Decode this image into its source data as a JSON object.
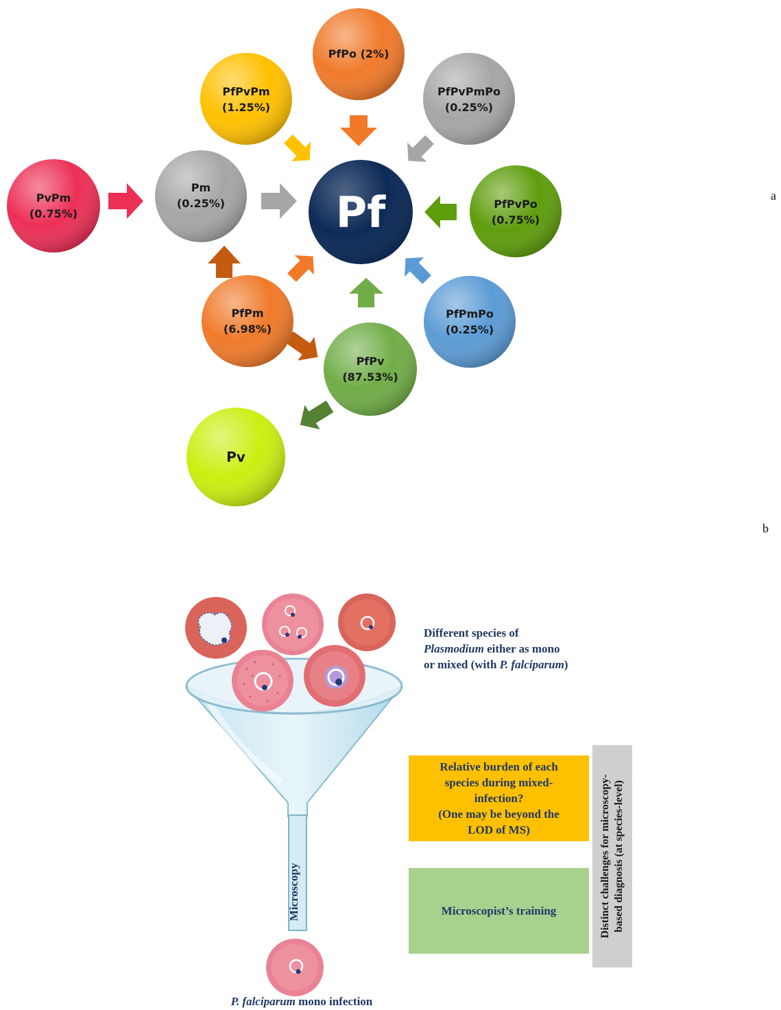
{
  "panel_labels": {
    "a": "a",
    "b": "b"
  },
  "network": {
    "center": {
      "label": "Pf",
      "color": "#0d2a57"
    },
    "nodes": [
      {
        "id": "pfpo",
        "line1": "PfPo (2%)",
        "line2": "",
        "color": "#f07a2a"
      },
      {
        "id": "pfpvpm",
        "line1": "PfPvPm",
        "line2": "(1.25%)",
        "color": "#ffc000"
      },
      {
        "id": "pfpvpmpo",
        "line1": "PfPvPmPo",
        "line2": "(0.25%)",
        "color": "#a6a6a6"
      },
      {
        "id": "pm",
        "line1": "Pm",
        "line2": "(0.25%)",
        "color": "#a6a6a6"
      },
      {
        "id": "pvpm",
        "line1": "PvPm",
        "line2": "(0.75%)",
        "color": "#ec2f55"
      },
      {
        "id": "pfpvpo",
        "line1": "PfPvPo",
        "line2": "(0.75%)",
        "color": "#5e9d0c"
      },
      {
        "id": "pfpm",
        "line1": "PfPm",
        "line2": "(6.98%)",
        "color": "#f07a2a"
      },
      {
        "id": "pfpmpo",
        "line1": "PfPmPo",
        "line2": "(0.25%)",
        "color": "#5b9bd5"
      },
      {
        "id": "pfpv",
        "line1": "PfPv",
        "line2": "(87.53%)",
        "color": "#70ad47"
      },
      {
        "id": "pv",
        "line1": "Pv",
        "line2": "",
        "color": "#ccee11"
      }
    ],
    "arrow_colors": {
      "orange": "#f07a2a",
      "yellow": "#ffc000",
      "gray": "#a6a6a6",
      "pink": "#ec2f55",
      "green_olive": "#5e9d0c",
      "brown": "#c55a11",
      "blue": "#5b9bd5",
      "green": "#70ad47",
      "dark_green": "#548235"
    }
  },
  "funnel": {
    "tube_label": "Microscopy",
    "caption_species": "P. falciparum",
    "caption_rest": " mono infection",
    "note": {
      "line1": "Different species of",
      "line2_italic": "Plasmodium",
      "line2_rest": " either as mono",
      "line3_start": "or mixed (with ",
      "line3_italic": "P. falciparum",
      "line3_end": ")"
    }
  },
  "challenges": {
    "box1": {
      "line1": "Relative burden  of each",
      "line2": "species during  mixed-",
      "line3": "infection?",
      "line4": "(One may be beyond the",
      "line5": "LOD of MS)",
      "color": "#ffc000"
    },
    "box2": {
      "text": "Microscopist’s  training",
      "color": "#a9d18e"
    },
    "side_label": {
      "line1": "Distinct  challenges for microscopy-",
      "line2": "based diagnosis  (at species-level)"
    }
  }
}
